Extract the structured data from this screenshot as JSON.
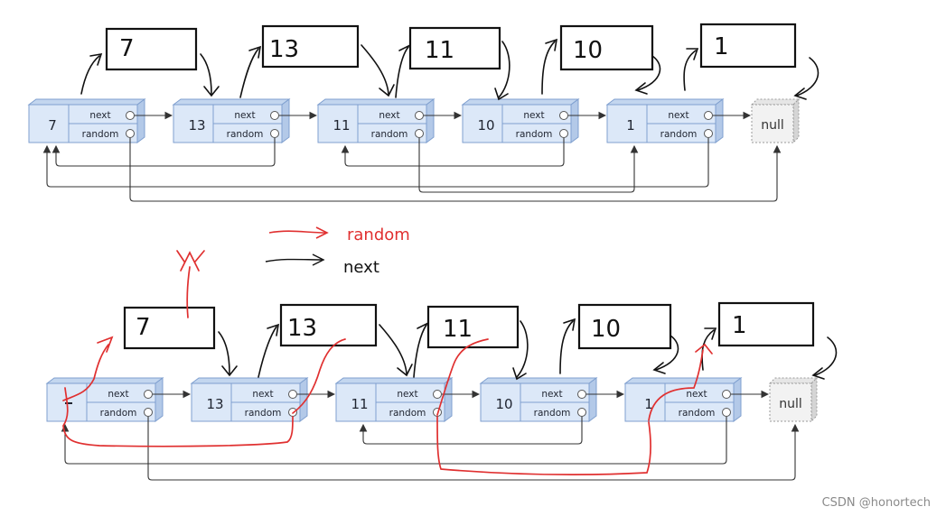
{
  "diagram": {
    "top_list": {
      "nodes": [
        {
          "value": "7",
          "next_label": "next",
          "random_label": "random"
        },
        {
          "value": "13",
          "next_label": "next",
          "random_label": "random"
        },
        {
          "value": "11",
          "next_label": "next",
          "random_label": "random"
        },
        {
          "value": "10",
          "next_label": "next",
          "random_label": "random"
        },
        {
          "value": "1",
          "next_label": "next",
          "random_label": "random"
        }
      ],
      "null_label": "null",
      "copies": [
        "7",
        "13",
        "11",
        "10",
        "1"
      ]
    },
    "bottom_list": {
      "nodes": [
        {
          "value": "",
          "next_label": "next",
          "random_label": "random"
        },
        {
          "value": "13",
          "next_label": "next",
          "random_label": "random"
        },
        {
          "value": "11",
          "next_label": "next",
          "random_label": "random"
        },
        {
          "value": "10",
          "next_label": "next",
          "random_label": "random"
        },
        {
          "value": "1",
          "next_label": "next",
          "random_label": "random"
        }
      ],
      "null_label": "null",
      "copies": [
        "7",
        "13",
        "11",
        "10",
        "1"
      ]
    },
    "legend": {
      "random_label": "random",
      "next_label": "next"
    },
    "watermark": "CSDN @honortech",
    "colors": {
      "node_fill": "#dce8f8",
      "node_stroke": "#7f9fcf",
      "random_arrow": "#e03030",
      "next_arrow": "#111111"
    }
  }
}
